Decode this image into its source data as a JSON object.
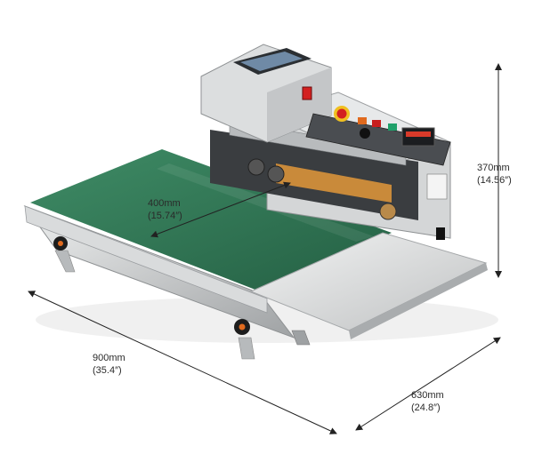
{
  "dimensions": {
    "width": {
      "metric": "900mm",
      "imperial": "(35.4″)"
    },
    "depth": {
      "metric": "630mm",
      "imperial": "(24.8″)"
    },
    "height": {
      "metric": "370mm",
      "imperial": "(14.56″)"
    },
    "belt_width": {
      "metric": "400mm",
      "imperial": "(15.74″)"
    }
  },
  "colors": {
    "belt": "#2f7a57",
    "steel": "#cfd0d0",
    "panel": "#3a3d40",
    "heater_copper": "#c98a3a",
    "knob_orange": "#e06a1e"
  },
  "icons": [
    "emergency-stop-icon",
    "power-switch-icon",
    "speed-knob-icon",
    "temperature-display-icon"
  ]
}
